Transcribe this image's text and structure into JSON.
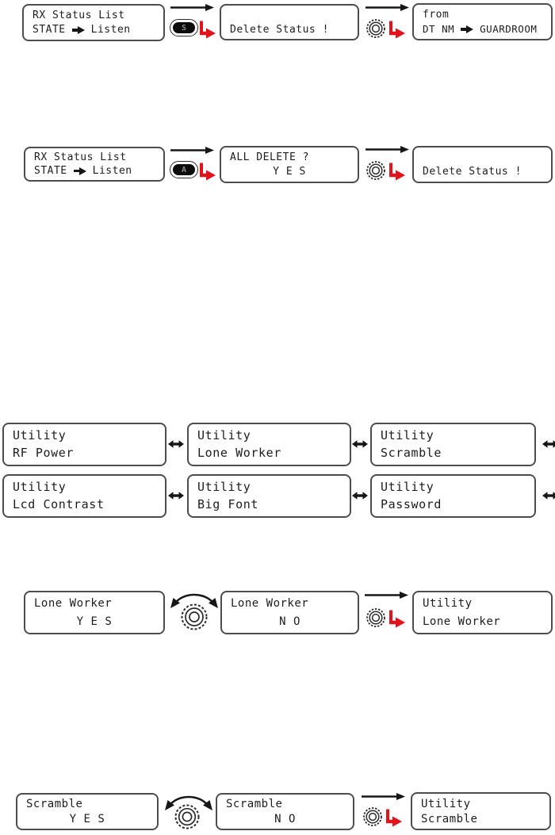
{
  "palette": {
    "box_border": "#4d4d4d",
    "text": "#1d1d1d",
    "arrow_black": "#161616",
    "arrow_red": "#e3131b",
    "key_fill": "#0c0c0c",
    "key_letter": "#8d8d8d"
  },
  "buttons": {
    "s_key": "S",
    "a_key": "A"
  },
  "screens": {
    "a1": {
      "l1": "RX Status List",
      "l2_left": "STATE",
      "l2_right": "Listen"
    },
    "a2": {
      "l1": "",
      "l2": "Delete Status !"
    },
    "a3": {
      "l1": "from",
      "l2_left": "DT NM",
      "l2_right": "GUARDROOM"
    },
    "b1": {
      "l1": "RX Status List",
      "l2_left": "STATE",
      "l2_right": "Listen"
    },
    "b2": {
      "l1": "ALL DELETE ?",
      "l2": "Y E S"
    },
    "b3": {
      "l1": "",
      "l2": "Delete Status !"
    },
    "c1": {
      "l1": "Utility",
      "l2": "RF Power"
    },
    "c2": {
      "l1": "Utility",
      "l2": "Lone Worker"
    },
    "c3": {
      "l1": "Utility",
      "l2": "Scramble"
    },
    "c4": {
      "l1": "Utility",
      "l2": "Lcd Contrast"
    },
    "c5": {
      "l1": "Utility",
      "l2": "Big Font"
    },
    "c6": {
      "l1": "Utility",
      "l2": "Password"
    },
    "d1": {
      "l1": "Lone Worker",
      "l2": "Y E S"
    },
    "d2": {
      "l1": "Lone Worker",
      "l2": "N O"
    },
    "d3": {
      "l1": "Utility",
      "l2": "Lone Worker"
    },
    "e1": {
      "l1": "Scramble",
      "l2": "Y E S"
    },
    "e2": {
      "l1": "Scramble",
      "l2": "N O"
    },
    "e3": {
      "l1": "Utility",
      "l2": "Scramble"
    }
  }
}
